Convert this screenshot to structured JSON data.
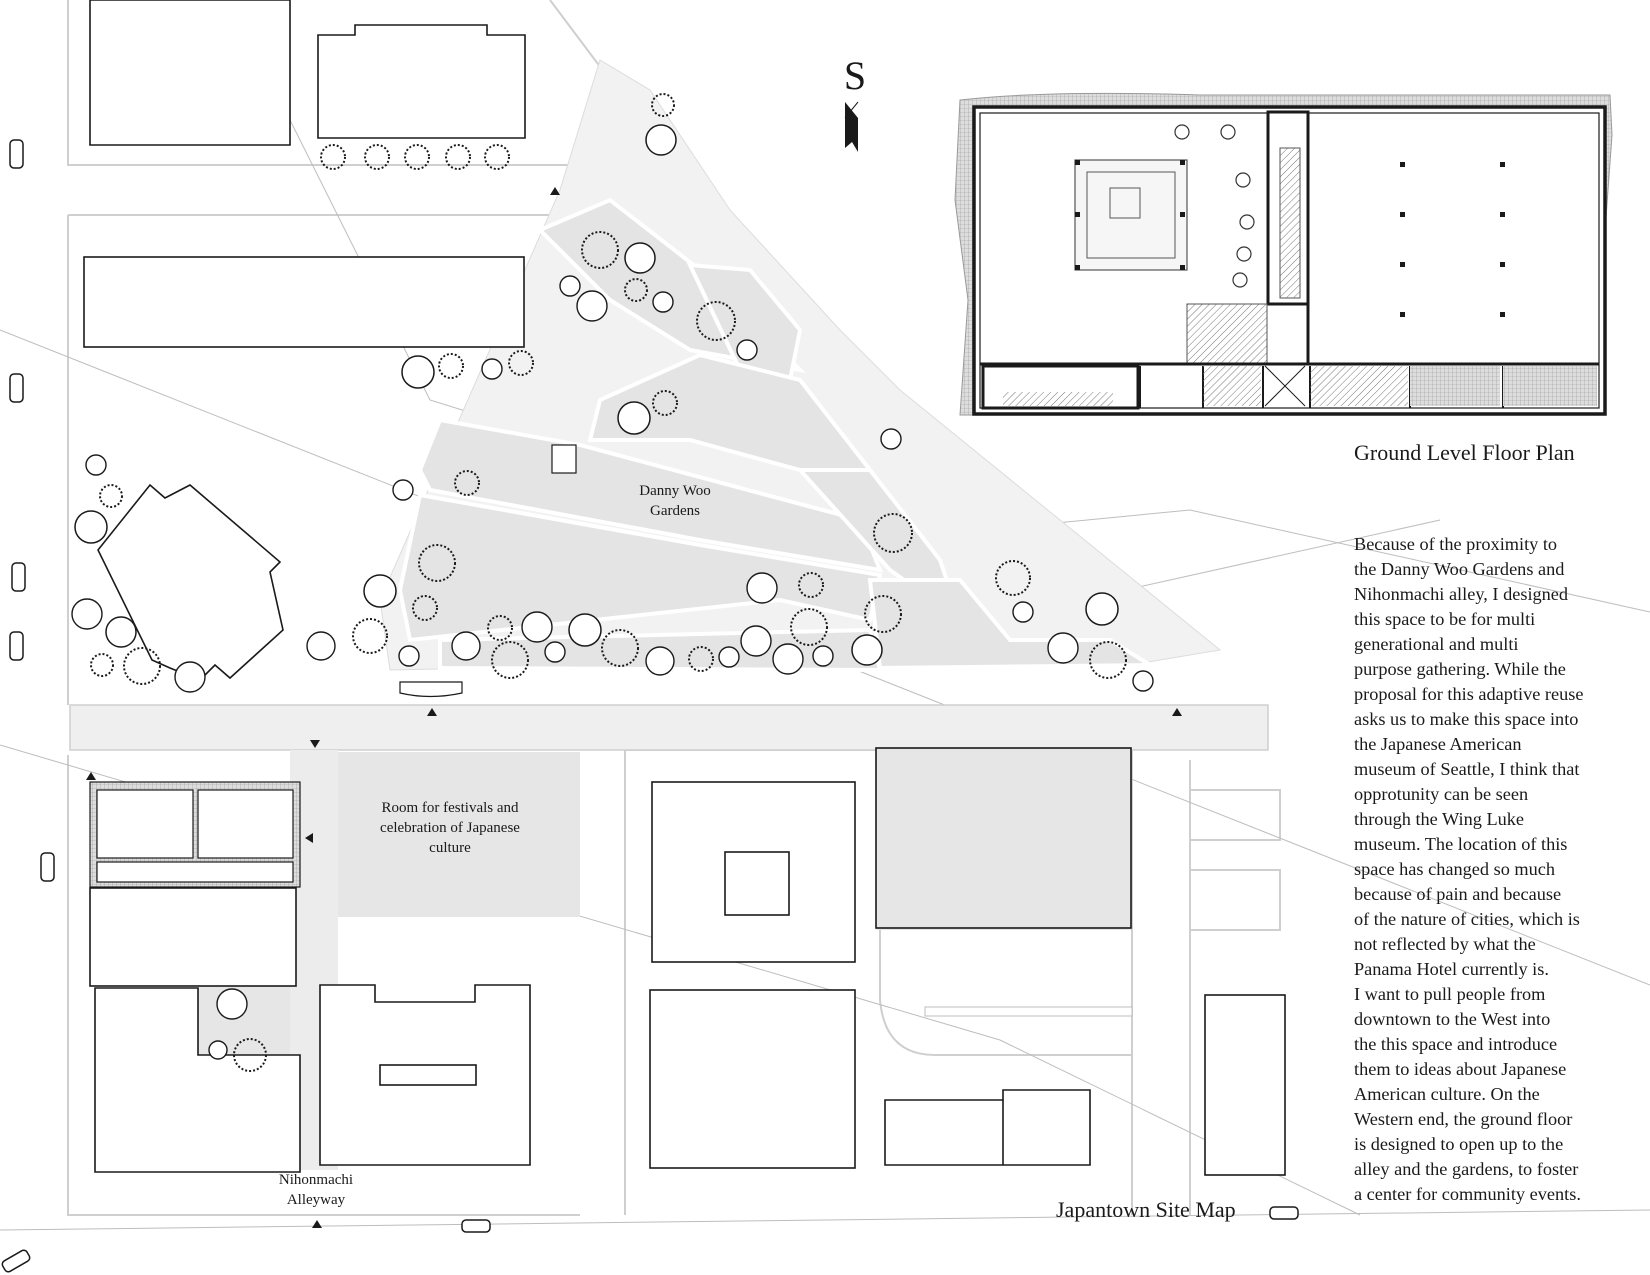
{
  "north_arrow": {
    "letter": "S"
  },
  "labels": {
    "gardens": "Danny Woo\nGardens",
    "festival_room": "Room for festivals and\ncelebration of Japanese\nculture",
    "alleyway": "Nihonmachi\nAlleyway"
  },
  "titles": {
    "floor_plan": "Ground Level Floor Plan",
    "site_map": "Japantown Site Map"
  },
  "description": "Because of the proximity to\nthe Danny Woo Gardens and\nNihonmachi alley, I designed\nthis space to be for multi\ngenerational and multi\npurpose gathering. While the\nproposal for this adaptive reuse\nasks us to make this space into\nthe Japanese American\nmuseum of Seattle, I think that\nopprotunity can be seen\nthrough the Wing Luke\nmuseum. The location of this\nspace has changed so much\nbecause of pain and because\nof the nature of cities, which is\nnot reflected by what the\nPanama Hotel currently is.\nI want to pull people from\ndowntown to the West into\nthe this space and introduce\nthem to ideas about Japanese\nAmerican culture. On the\nWestern end, the ground floor\nis designed to open up to the\nalley and the gardens, to foster\na center for community events.",
  "colors": {
    "background": "#ffffff",
    "ink": "#1a1a1a",
    "garden_fill": "#e3e3e3",
    "path_fill": "#efefef"
  }
}
